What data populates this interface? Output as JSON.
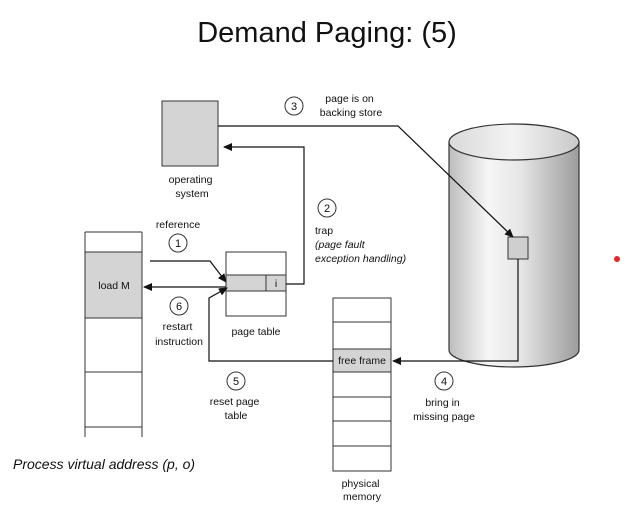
{
  "title": "Demand Paging: (5)",
  "labels": {
    "os": [
      "operating",
      "system"
    ],
    "reference": "reference",
    "step1": "1",
    "step2": "2",
    "step3": "3",
    "step4": "4",
    "step5": "5",
    "step6": "6",
    "trap": "trap",
    "trap_detail": [
      "(page fault",
      "exception handling)"
    ],
    "backing": [
      "page is on",
      "backing store"
    ],
    "load_m": "load M",
    "page_table_bit": "i",
    "page_table": "page table",
    "restart": [
      "restart",
      "instruction"
    ],
    "reset": [
      "reset page",
      "table"
    ],
    "bring_in": [
      "bring in",
      "missing page"
    ],
    "free_frame": "free frame",
    "physical_memory": [
      "physical",
      "memory"
    ],
    "footer": "Process virtual address (p, o)"
  },
  "colors": {
    "shaded": "#d4d4d4",
    "outline": "#333333",
    "disk_light": "#f7f7f7",
    "disk_dark": "#a8a8a8",
    "laser_pointer": "#e0262a"
  }
}
